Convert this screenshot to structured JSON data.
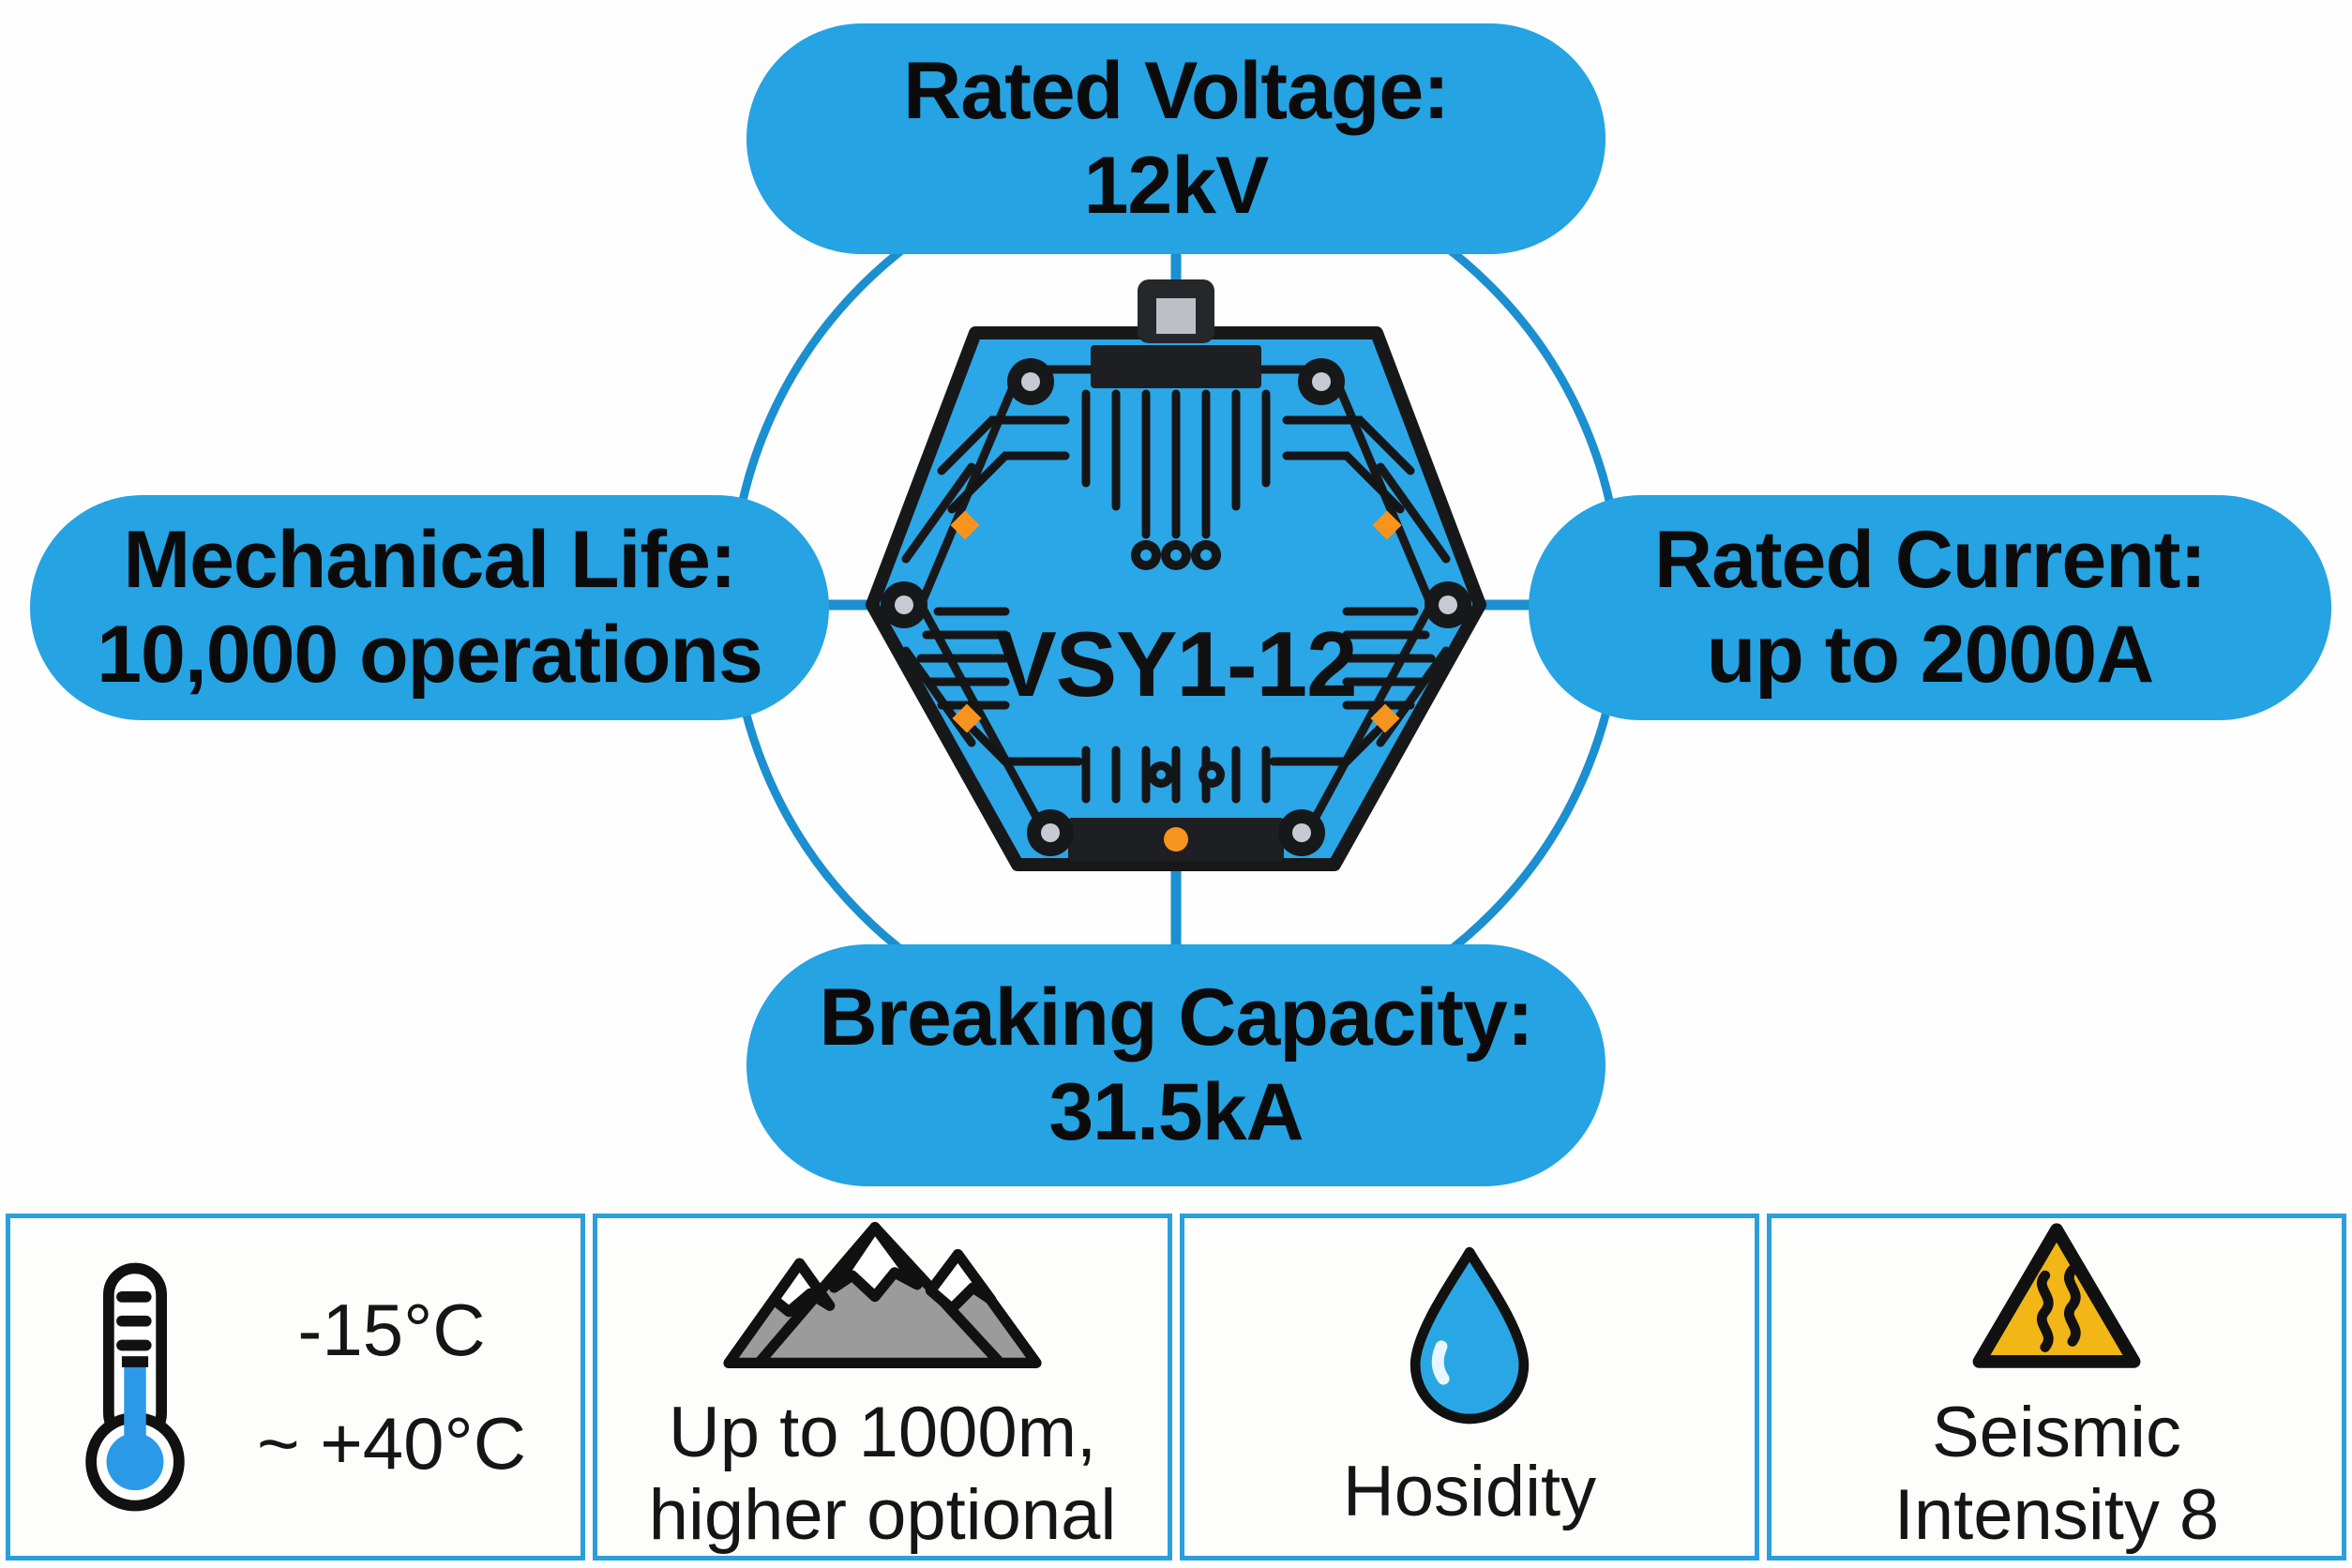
{
  "hub": {
    "model": "VSY1-12"
  },
  "pills": {
    "top": {
      "line1": "Rated Voltage:",
      "line2": "12kV"
    },
    "left": {
      "line1": "Mechanical Life:",
      "line2": "10,000 operations"
    },
    "right": {
      "line1": "Rated Current:",
      "line2": "up to 2000A"
    },
    "bottom": {
      "line1": "Breaking Capacity:",
      "line2": "31.5kA"
    }
  },
  "conditions": [
    {
      "icon": "thermometer-icon",
      "line1": "-15°C",
      "line2": "~ +40°C"
    },
    {
      "icon": "mountain-icon",
      "line1": "Up to 1000m,",
      "line2": "higher optional"
    },
    {
      "icon": "water-drop-icon",
      "line1": "Hosidity",
      "line2": ""
    },
    {
      "icon": "warning-triangle-icon",
      "line1": "Seismic",
      "line2": "Intensity 8"
    }
  ],
  "colors": {
    "pill_blue": "#25a3e3",
    "connector_blue": "#1b8fd0",
    "hexagon_blue": "#2ba6e6",
    "outline_black": "#17181a",
    "accent_orange": "#f7941e",
    "warning_yellow": "#f2b616",
    "mountain_gray": "#9b9b9b",
    "drop_blue": "#29a7e5",
    "cell_border_blue": "#2b9fdb",
    "screw_gray": "#c6cad2"
  }
}
